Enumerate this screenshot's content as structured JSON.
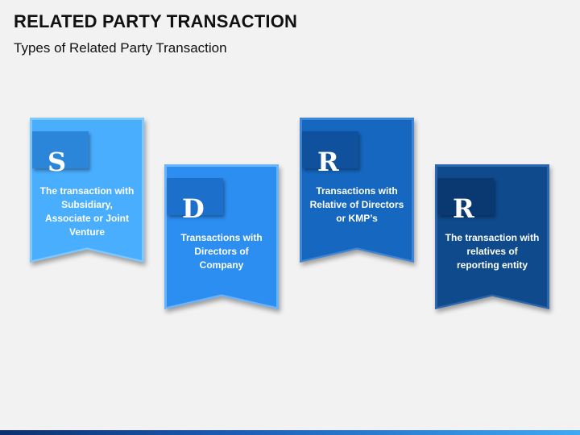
{
  "header": {
    "title": "RELATED PARTY TRANSACTION",
    "subtitle": "Types of Related Party Transaction"
  },
  "cards": [
    {
      "letter": "S",
      "text": "The transaction with Subsidiary, Associate or Joint Venture",
      "color": "#4aaeff",
      "tab_color": "#2b86d9"
    },
    {
      "letter": "D",
      "text": "Transactions with Directors of Company",
      "color": "#2d8ef2",
      "tab_color": "#1c6fcb"
    },
    {
      "letter": "R",
      "text": "Transactions with Relative of Directors or KMP’s",
      "color": "#1667c0",
      "tab_color": "#0f519c"
    },
    {
      "letter": "R",
      "text": "The transaction with relatives of reporting entity",
      "color": "#0e4a8c",
      "tab_color": "#0a3870"
    }
  ]
}
